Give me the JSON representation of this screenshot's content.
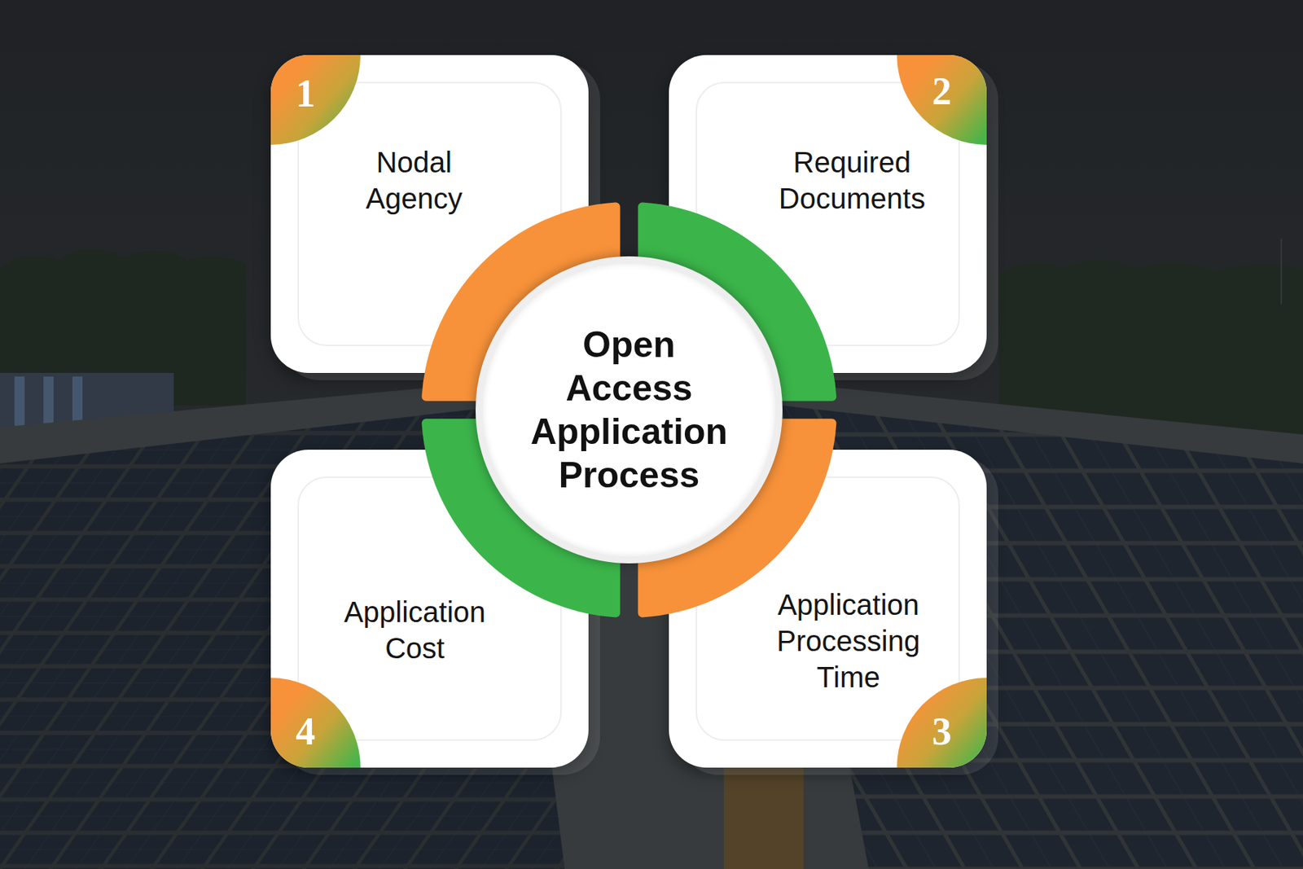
{
  "diagram": {
    "nodes": [
      {
        "text": [
          "Open Access Application Process"
        ]
      },
      {
        "text": [
          "1",
          "Nodal Agency"
        ]
      },
      {
        "text": [
          "2",
          "Required Documents"
        ]
      },
      {
        "text": [
          "3",
          "Application Processing Time"
        ]
      },
      {
        "text": [
          "4",
          "Application Cost"
        ]
      }
    ]
  }
}
